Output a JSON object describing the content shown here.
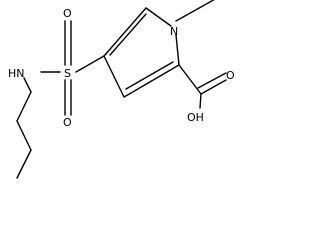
{
  "molecule": {
    "atoms": {
      "hn": "HN",
      "s": "S",
      "o_top": "O",
      "o_bottom": "O",
      "n_ring": "N",
      "oh": "OH",
      "o_carbonyl": "O"
    }
  }
}
